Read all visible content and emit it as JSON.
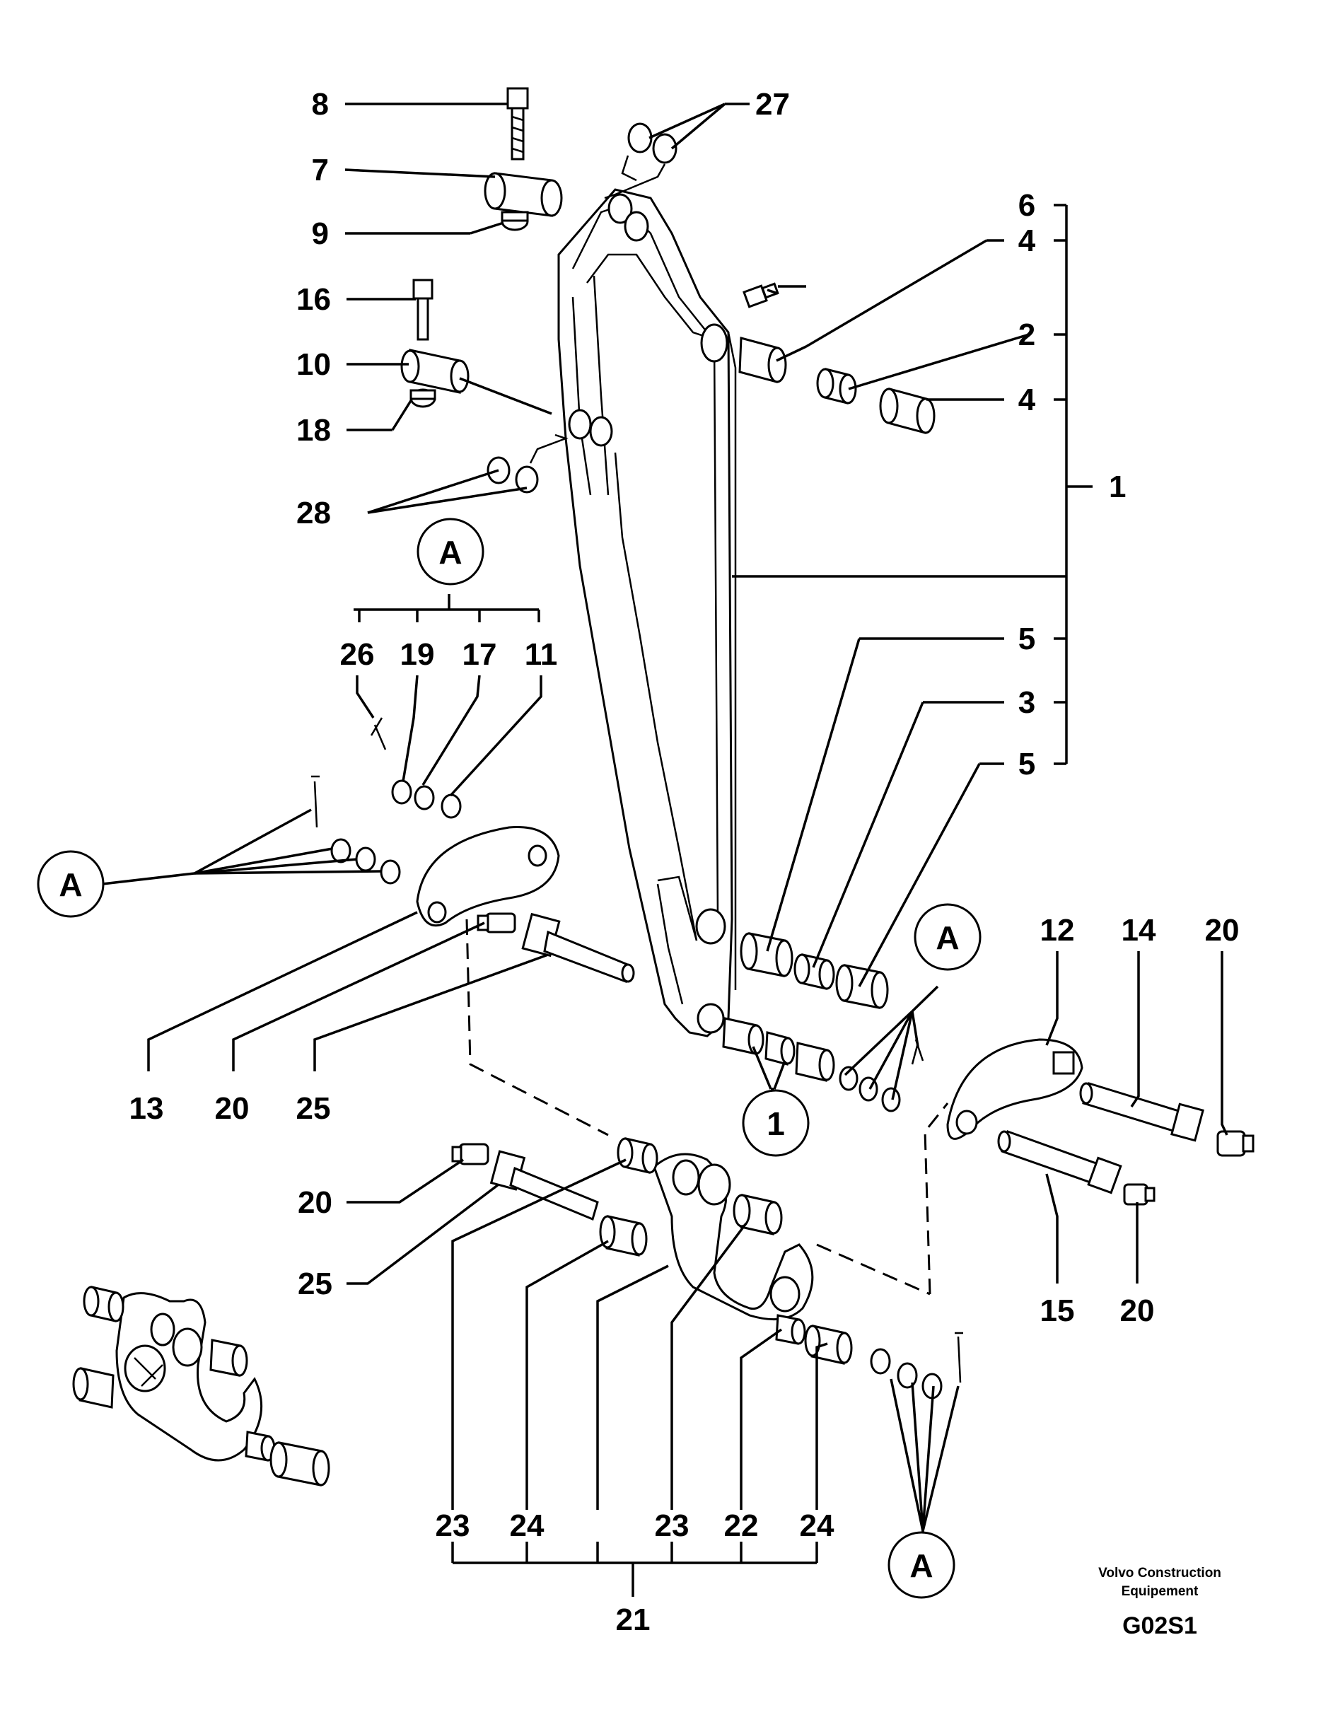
{
  "part_labels": {
    "p8": "8",
    "p7": "7",
    "p9": "9",
    "p16": "16",
    "p10": "10",
    "p18": "18",
    "p28": "28",
    "p27": "27",
    "p6": "6",
    "p4a": "4",
    "p2": "2",
    "p4b": "4",
    "p1": "1",
    "p5a": "5",
    "p3": "3",
    "p5b": "5",
    "p26": "26",
    "p19": "19",
    "p17": "17",
    "p11": "11",
    "p13": "13",
    "p20a": "20",
    "p25a": "25",
    "p12": "12",
    "p14": "14",
    "p20b": "20",
    "p15": "15",
    "p20c": "20",
    "p20d": "20",
    "p25b": "25",
    "p23a": "23",
    "p24a": "24",
    "p23b": "23",
    "p22": "22",
    "p24b": "24",
    "p21": "21"
  },
  "circle_labels": {
    "a_top": "A",
    "a_left": "A",
    "a_right": "A",
    "a_bottom": "A",
    "one_bottom": "1"
  },
  "footer": {
    "brand_line1": "Volvo Construction",
    "brand_line2": "Equipement",
    "drawing_code": "G02S1"
  }
}
